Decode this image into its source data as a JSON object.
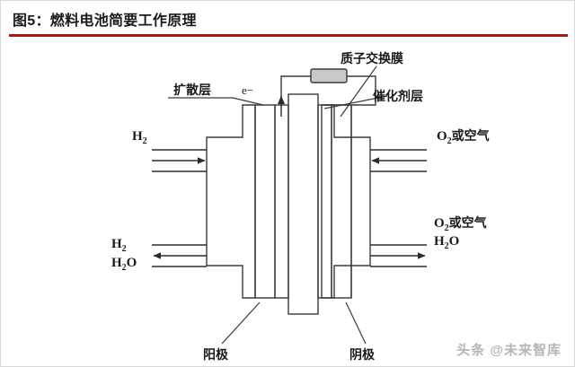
{
  "figure": {
    "title": "图5：燃料电池简要工作原理",
    "rule_color": "#9e1b1b"
  },
  "watermark": {
    "text": "头条 @未来智库"
  },
  "diagram": {
    "type": "fuel-cell-schematic",
    "callouts": {
      "diffusion_layer": "扩散层",
      "electron": "e−",
      "proton_exchange_membrane": "质子交换膜",
      "catalyst_layer": "催化剂层"
    },
    "electrodes": {
      "anode": "阳极",
      "cathode": "阴极"
    },
    "flows": {
      "inlet_left": "H",
      "inlet_left_sub": "2",
      "inlet_right": "O",
      "inlet_right_sub": "2",
      "inlet_right_rest": "或空气",
      "outlet_left_1": "H",
      "outlet_left_1_sub": "2",
      "outlet_left_2": "H",
      "outlet_left_2_sub": "2",
      "outlet_left_2_rest": "O",
      "outlet_right_1": "O",
      "outlet_right_1_sub": "2",
      "outlet_right_1_rest": "或空气",
      "outlet_right_2": "H",
      "outlet_right_2_sub": "2",
      "outlet_right_2_rest": "O"
    },
    "colors": {
      "diffusion_fill": "#b4b4b4",
      "catalyst_fill": "#ffffff",
      "catalyst_hatch": "#666666",
      "membrane_fill": "#ffffff",
      "resistor_fill": "#c9c9c9",
      "outline": "#3a3a3a"
    }
  }
}
